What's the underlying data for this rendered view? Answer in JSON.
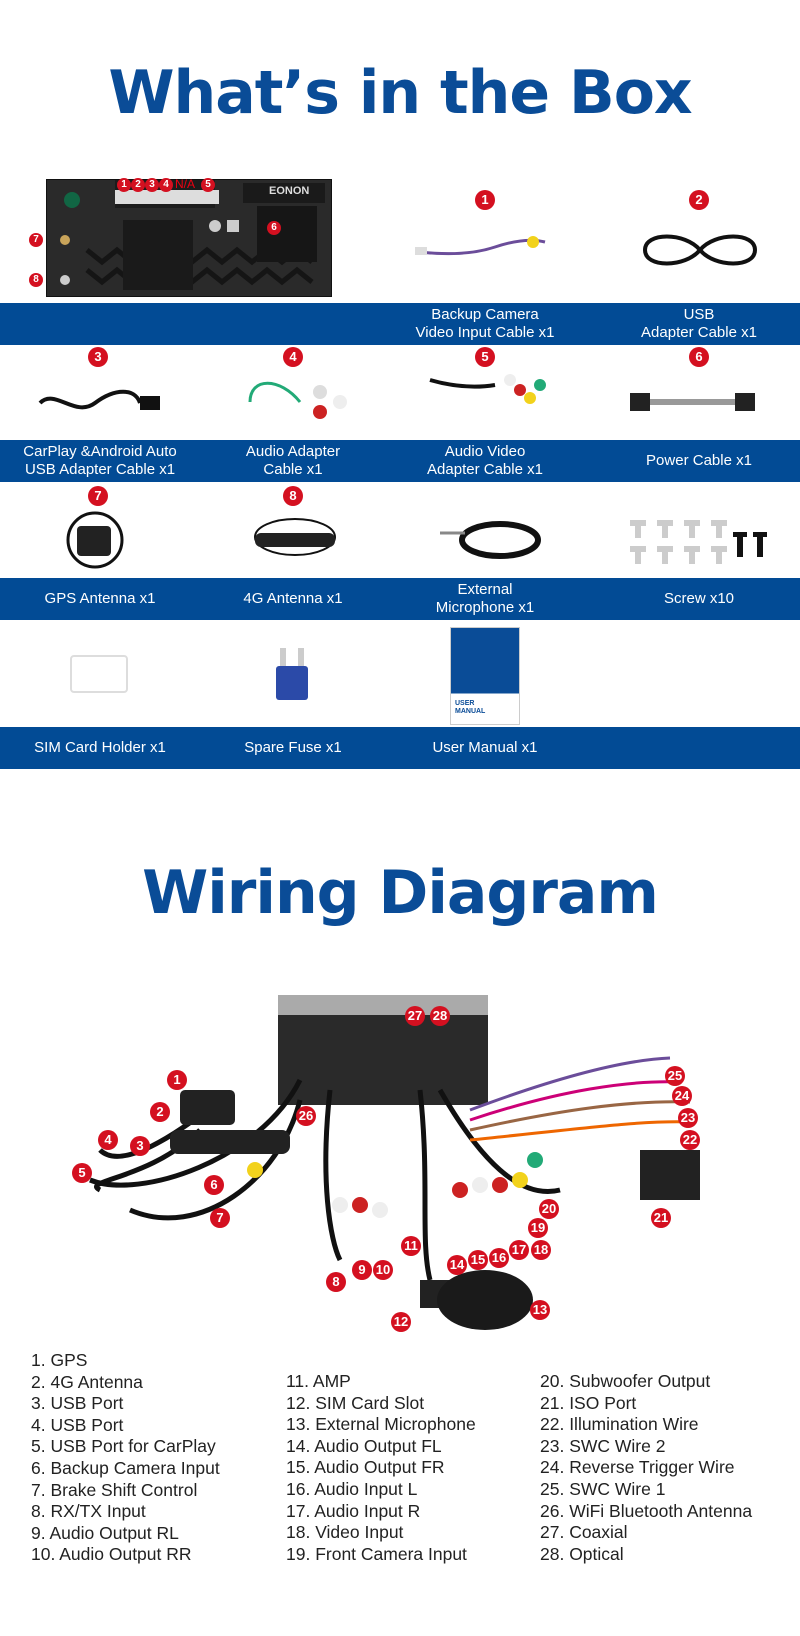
{
  "box": {
    "title": "What’s in the Box",
    "unit_labels": [
      "1",
      "2",
      "3",
      "4",
      "N/A",
      "5",
      "6",
      "7",
      "8"
    ],
    "brand": "EONON",
    "items": [
      {
        "n": "1",
        "label": "Backup Camera\nVideo Input Cable x1"
      },
      {
        "n": "2",
        "label": "USB\nAdapter Cable x1"
      },
      {
        "n": "3",
        "label": "CarPlay &Android Auto\nUSB Adapter Cable x1"
      },
      {
        "n": "4",
        "label": "Audio Adapter\nCable x1"
      },
      {
        "n": "5",
        "label": "Audio Video\nAdapter Cable x1"
      },
      {
        "n": "6",
        "label": "Power Cable x1"
      },
      {
        "n": "7",
        "label": "GPS Antenna x1"
      },
      {
        "n": "8",
        "label": "4G Antenna x1"
      },
      {
        "n": "",
        "label": "External\nMicrophone x1"
      },
      {
        "n": "",
        "label": "Screw x10"
      },
      {
        "n": "",
        "label": "SIM Card Holder x1"
      },
      {
        "n": "",
        "label": "Spare Fuse x1"
      },
      {
        "n": "",
        "label": "User Manual x1"
      }
    ],
    "manual_cover": "USER\nMANUAL"
  },
  "wiring": {
    "title": "Wiring Diagram",
    "legend": [
      [
        "1. GPS",
        "2. 4G Antenna",
        "3. USB Port",
        "4. USB Port",
        "5. USB Port for CarPlay",
        "6. Backup Camera Input",
        "7. Brake Shift Control",
        "8. RX/TX Input",
        "9. Audio Output RL",
        "10. Audio Output RR"
      ],
      [
        "11. AMP",
        "12. SIM Card Slot",
        "13. External Microphone",
        "14. Audio Output FL",
        "15. Audio Output FR",
        "16. Audio Input L",
        "17. Audio Input R",
        "18. Video Input",
        "19. Front Camera Input"
      ],
      [
        "20. Subwoofer Output",
        "21. ISO Port",
        "22. Illumination Wire",
        "23. SWC Wire 2",
        "24. Reverse Trigger Wire",
        "25. SWC Wire 1",
        "26. WiFi Bluetooth  Antenna",
        "27. Coaxial",
        "28. Optical"
      ]
    ],
    "callouts": [
      "1",
      "2",
      "3",
      "4",
      "5",
      "6",
      "7",
      "8",
      "9",
      "10",
      "11",
      "12",
      "13",
      "14",
      "15",
      "16",
      "17",
      "18",
      "19",
      "20",
      "21",
      "22",
      "23",
      "24",
      "25",
      "26",
      "27",
      "28"
    ]
  },
  "colors": {
    "brand_blue": "#024b95",
    "callout_red": "#d41020"
  }
}
